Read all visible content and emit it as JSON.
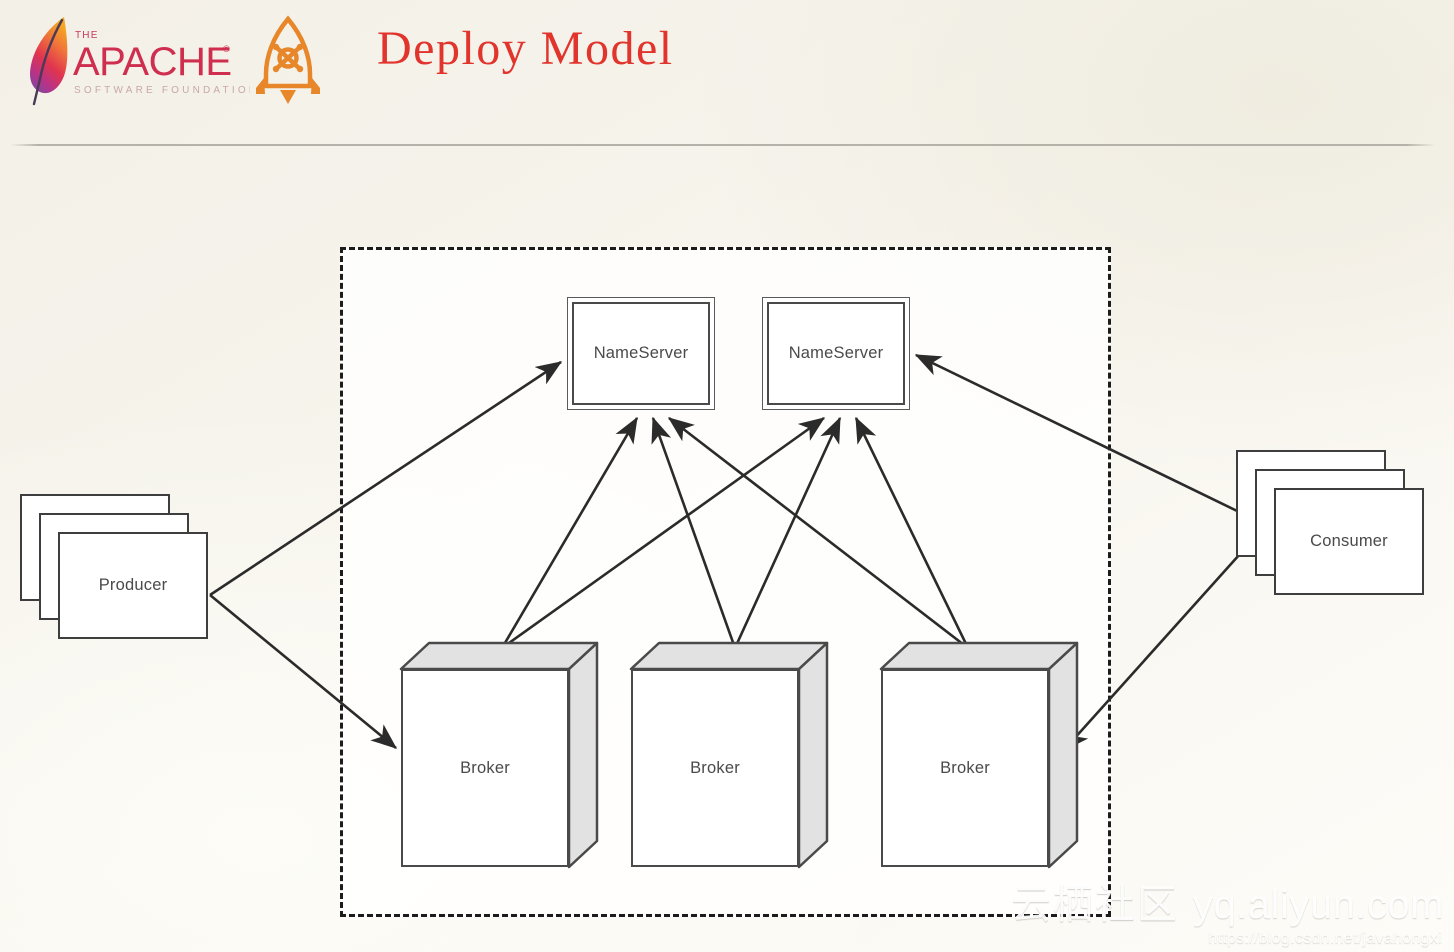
{
  "header": {
    "title": "Deploy Model",
    "title_color": "#e0342c",
    "apache_logo": {
      "the": "THE",
      "name": "APACHE",
      "tagline": "SOFTWARE FOUNDATION",
      "color": "#cf2e4f"
    },
    "rocket_logo": {
      "name": "rocketmq-rocket-icon",
      "color": "#e8862a"
    }
  },
  "diagram": {
    "type": "deployment-architecture",
    "cluster_boundary": {
      "style": "dashed",
      "color": "#1c1c1c"
    },
    "nameservers": [
      {
        "id": "nameserver-1",
        "label": "NameServer"
      },
      {
        "id": "nameserver-2",
        "label": "NameServer"
      }
    ],
    "brokers": [
      {
        "id": "broker-1",
        "label": "Broker"
      },
      {
        "id": "broker-2",
        "label": "Broker"
      },
      {
        "id": "broker-3",
        "label": "Broker"
      }
    ],
    "producer": {
      "id": "producer",
      "label": "Producer",
      "instances": 3
    },
    "consumer": {
      "id": "consumer",
      "label": "Consumer",
      "instances": 3
    },
    "connections": [
      {
        "from": "producer",
        "to": "nameserver-1",
        "direction": "to"
      },
      {
        "from": "producer",
        "to": "broker-1",
        "direction": "to"
      },
      {
        "from": "consumer",
        "to": "nameserver-2",
        "direction": "to"
      },
      {
        "from": "consumer",
        "to": "broker-3",
        "direction": "to"
      },
      {
        "from": "broker-1",
        "to": "nameserver-1",
        "direction": "to"
      },
      {
        "from": "broker-1",
        "to": "nameserver-2",
        "direction": "to"
      },
      {
        "from": "broker-2",
        "to": "nameserver-1",
        "direction": "to"
      },
      {
        "from": "broker-2",
        "to": "nameserver-2",
        "direction": "to"
      },
      {
        "from": "broker-3",
        "to": "nameserver-1",
        "direction": "to"
      },
      {
        "from": "broker-3",
        "to": "nameserver-2",
        "direction": "to"
      }
    ]
  },
  "watermark": {
    "site_cn": "云栖社区",
    "site_domain": "yq.aliyun.com",
    "url": "https://blog.csdn.net/javahongxi"
  }
}
